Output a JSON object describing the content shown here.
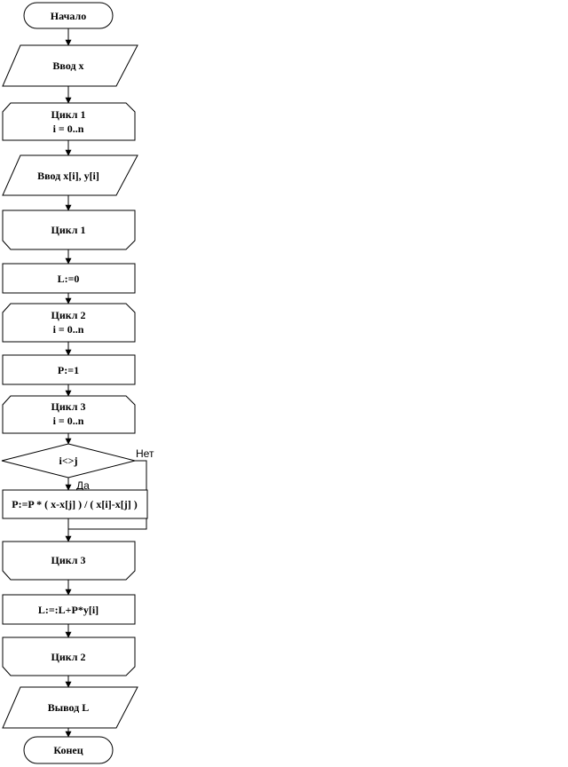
{
  "flowchart": {
    "nodes": [
      {
        "id": "start",
        "shape": "terminator",
        "lines": [
          "Начало"
        ]
      },
      {
        "id": "input_x",
        "shape": "parallelogram",
        "lines": [
          "Ввод x"
        ]
      },
      {
        "id": "loop1_begin",
        "shape": "loop-begin",
        "lines": [
          "Цикл 1",
          "i = 0..n"
        ]
      },
      {
        "id": "input_xy",
        "shape": "parallelogram",
        "lines": [
          "Ввод x[i], y[i]"
        ]
      },
      {
        "id": "loop1_end",
        "shape": "loop-end",
        "lines": [
          "Цикл 1"
        ]
      },
      {
        "id": "init_l",
        "shape": "process",
        "lines": [
          "L:=0"
        ]
      },
      {
        "id": "loop2_begin",
        "shape": "loop-begin",
        "lines": [
          "Цикл 2",
          "i = 0..n"
        ]
      },
      {
        "id": "init_p",
        "shape": "process",
        "lines": [
          "P:=1"
        ]
      },
      {
        "id": "loop3_begin",
        "shape": "loop-begin",
        "lines": [
          "Цикл 3",
          "i = 0..n"
        ]
      },
      {
        "id": "cond",
        "shape": "decision",
        "lines": [
          "i<>j"
        ]
      },
      {
        "id": "calc_p",
        "shape": "process",
        "lines": [
          "P:=P * ( x-x[j] ) / ( x[i]-x[j] )"
        ]
      },
      {
        "id": "loop3_end",
        "shape": "loop-end",
        "lines": [
          "Цикл 3"
        ]
      },
      {
        "id": "accum_l",
        "shape": "process",
        "lines": [
          "L:=:L+P*y[i]"
        ]
      },
      {
        "id": "loop2_end",
        "shape": "loop-end",
        "lines": [
          "Цикл 2"
        ]
      },
      {
        "id": "output_l",
        "shape": "parallelogram",
        "lines": [
          "Вывод L"
        ]
      },
      {
        "id": "end",
        "shape": "terminator",
        "lines": [
          "Конец"
        ]
      }
    ],
    "edge_labels": {
      "yes": "Да",
      "no": "Нет"
    }
  }
}
